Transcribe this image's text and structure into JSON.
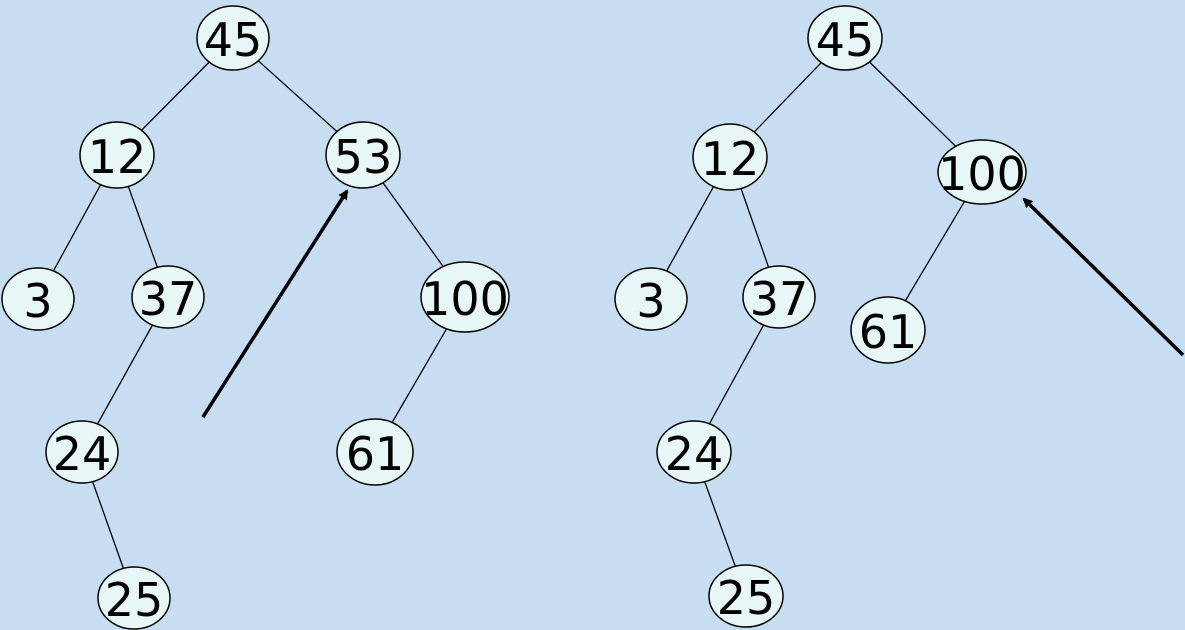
{
  "slide": {
    "background_color": "#c7ddf1",
    "node_fill": "#e6f7f5"
  },
  "trees": [
    {
      "id": "before",
      "nodes": [
        {
          "id": "n45",
          "label": "45"
        },
        {
          "id": "n12",
          "label": "12"
        },
        {
          "id": "n53",
          "label": "53"
        },
        {
          "id": "n3",
          "label": "3"
        },
        {
          "id": "n37",
          "label": "37"
        },
        {
          "id": "n100",
          "label": "100"
        },
        {
          "id": "n24",
          "label": "24"
        },
        {
          "id": "n61",
          "label": "61"
        },
        {
          "id": "n25",
          "label": "25"
        }
      ],
      "edges": [
        [
          "n45",
          "n12"
        ],
        [
          "n45",
          "n53"
        ],
        [
          "n12",
          "n3"
        ],
        [
          "n12",
          "n37"
        ],
        [
          "n37",
          "n24"
        ],
        [
          "n24",
          "n25"
        ],
        [
          "n53",
          "n100"
        ],
        [
          "n100",
          "n61"
        ]
      ],
      "arrow_target": "n53"
    },
    {
      "id": "after",
      "nodes": [
        {
          "id": "n45",
          "label": "45"
        },
        {
          "id": "n12",
          "label": "12"
        },
        {
          "id": "n100",
          "label": "100"
        },
        {
          "id": "n3",
          "label": "3"
        },
        {
          "id": "n37",
          "label": "37"
        },
        {
          "id": "n61",
          "label": "61"
        },
        {
          "id": "n24",
          "label": "24"
        },
        {
          "id": "n25",
          "label": "25"
        }
      ],
      "edges": [
        [
          "n45",
          "n12"
        ],
        [
          "n45",
          "n100"
        ],
        [
          "n12",
          "n3"
        ],
        [
          "n12",
          "n37"
        ],
        [
          "n37",
          "n24"
        ],
        [
          "n24",
          "n25"
        ],
        [
          "n100",
          "n61"
        ]
      ],
      "arrow_target": "n100"
    }
  ]
}
